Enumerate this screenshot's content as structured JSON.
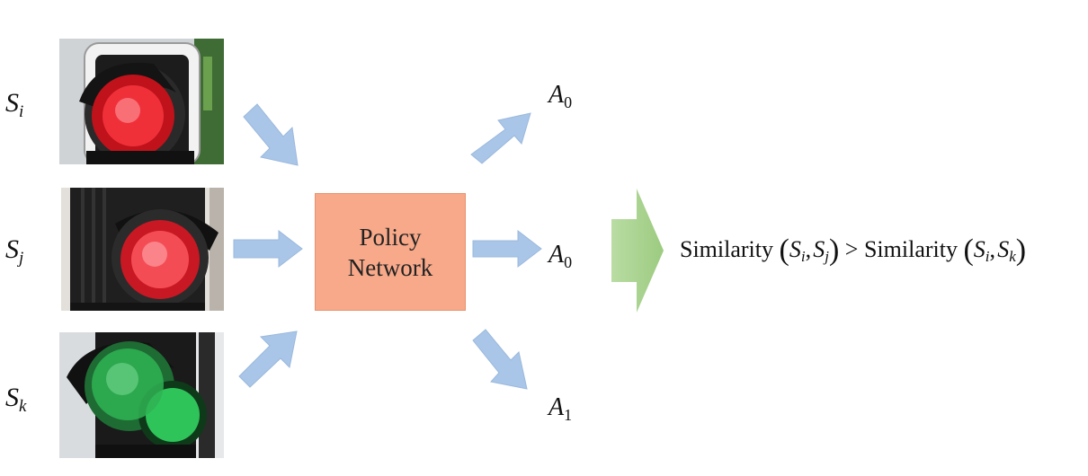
{
  "states": [
    {
      "base": "S",
      "sub": "i",
      "light": "red"
    },
    {
      "base": "S",
      "sub": "j",
      "light": "red"
    },
    {
      "base": "S",
      "sub": "k",
      "light": "green"
    }
  ],
  "policy": {
    "label": "Policy\nNetwork"
  },
  "actions": [
    {
      "base": "A",
      "sub": "0"
    },
    {
      "base": "A",
      "sub": "0"
    },
    {
      "base": "A",
      "sub": "1"
    }
  ],
  "conclusion": {
    "fn1": "Similarity",
    "a1": "S",
    "a1_sub": "i",
    "b1": "S",
    "b1_sub": "j",
    "comparator": ">",
    "fn2": "Similarity",
    "a2": "S",
    "a2_sub": "i",
    "b2": "S",
    "b2_sub": "k"
  },
  "colors": {
    "arrow_blue": "#a9c6e8",
    "arrow_green": "#a8d08d",
    "policy_fill": "#f7a98a",
    "red_light": "#e0242e",
    "green_light": "#2fc45a",
    "housing": "#1c1c1c"
  }
}
